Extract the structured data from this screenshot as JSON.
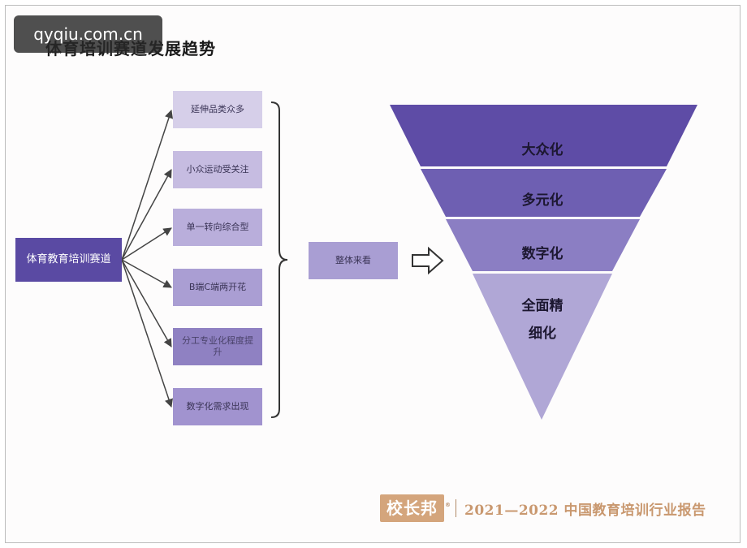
{
  "watermark": "qyqiu.com.cn",
  "title": "体育培训赛道发展趋势",
  "root": "体育教育培训赛道",
  "branches": [
    "延伸品类众多",
    "小众运动受关注",
    "单一转向综合型",
    "B端C端两开花",
    "分工专业化程度提升",
    "数字化需求出现"
  ],
  "overall": "整体来看",
  "triangle": {
    "levels": [
      "大众化",
      "多元化",
      "数字化",
      "全面精细化"
    ],
    "level_labels": [
      "大众化",
      "多元化",
      "数字化",
      "全面精\n细化"
    ],
    "colors": [
      "#5e4ca6",
      "#6e5fb2",
      "#8b7ec3",
      "#b0a7d6"
    ]
  },
  "footer": {
    "logo": "校长邦",
    "logo_mark": "®",
    "report": "2021—2022 中国教育培训行业报告"
  },
  "colors": {
    "root": "#5a4aa3",
    "arrow": "#444444",
    "accent": "#c9986f"
  }
}
